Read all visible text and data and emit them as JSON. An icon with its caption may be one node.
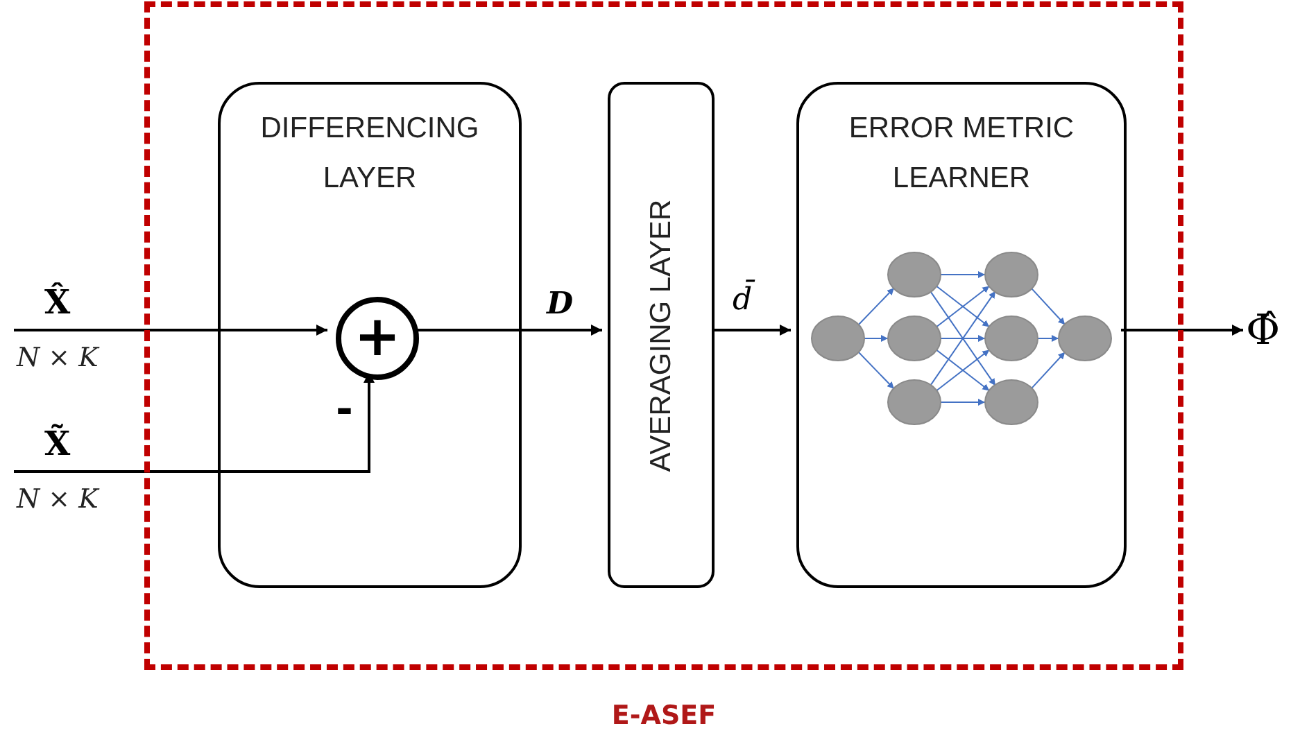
{
  "diagram": {
    "nodes": [
      {
        "text": [
          "E-ASEF"
        ]
      },
      {
        "text": [
          "DIFFERENCING LAYER"
        ],
        "in": 0
      },
      {
        "text": [
          "+"
        ],
        "in": 1,
        "beside": [
          "-"
        ]
      },
      {
        "text": [
          "AVERAGING LAYER"
        ],
        "in": 0
      },
      {
        "text": [
          "ERROR METRIC LEARNER"
        ],
        "in": 0
      },
      {
        "text": [
          "X̂"
        ],
        "beside": [
          "N × K"
        ]
      },
      {
        "text": [
          "X̃"
        ],
        "beside": [
          "N × K"
        ]
      },
      {
        "text": [
          "Φ̂"
        ]
      }
    ],
    "edges": [
      {
        "from": 5,
        "to": 2,
        "arrow": "to"
      },
      {
        "from": 6,
        "to": 2,
        "arrow": "to"
      },
      {
        "from": 2,
        "to": 3,
        "arrow": "to",
        "label": "D"
      },
      {
        "from": 3,
        "to": 4,
        "arrow": "to",
        "label": "d̄"
      },
      {
        "from": 4,
        "to": 7,
        "arrow": "to"
      }
    ]
  }
}
